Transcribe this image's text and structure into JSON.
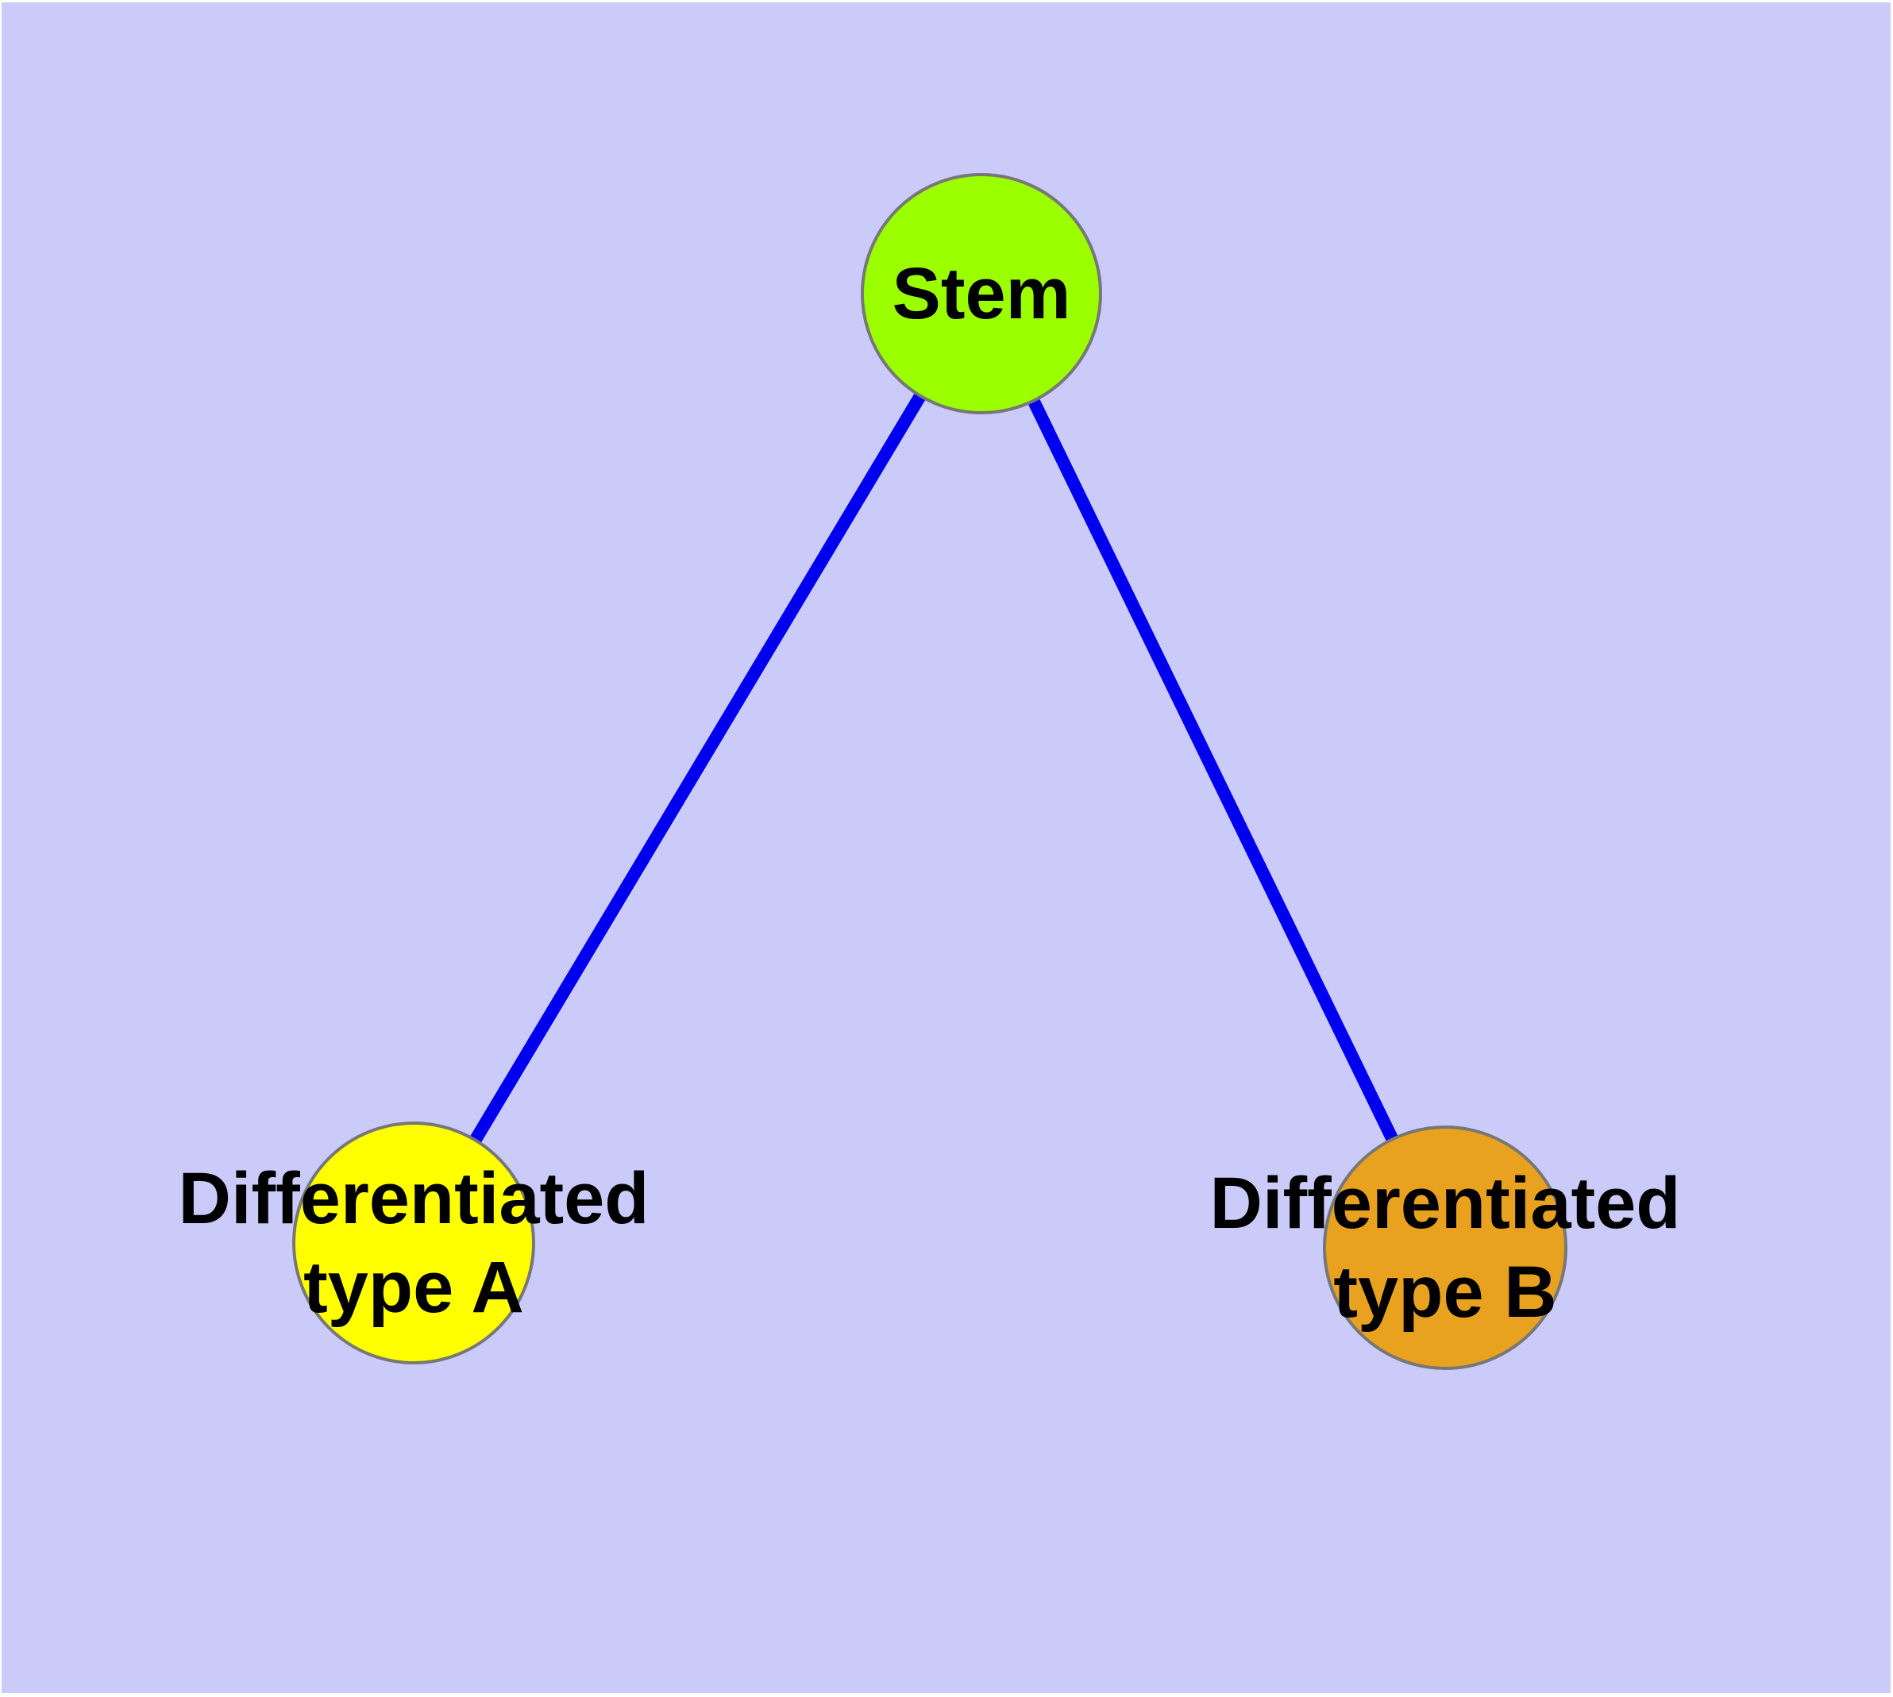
{
  "figure": {
    "panel_color": "#CBCBFA",
    "margin_color": "#FFFFFF"
  },
  "style": {
    "edge_color": "#0000EE",
    "node_border_color": "#777777",
    "label_color": "#000000"
  },
  "nodes": {
    "stem": {
      "label": "Stem",
      "fill": "#9BFF00"
    },
    "type_a": {
      "label_line1": "Differentiated",
      "label_line2": "type A",
      "fill": "#FFFF00"
    },
    "type_b": {
      "label_line1": "Differentiated",
      "label_line2": "type B",
      "fill": "#E8A220"
    }
  },
  "edges": [
    {
      "from": "Stem",
      "to": "Differentiated type A"
    },
    {
      "from": "Stem",
      "to": "Differentiated type B"
    }
  ]
}
